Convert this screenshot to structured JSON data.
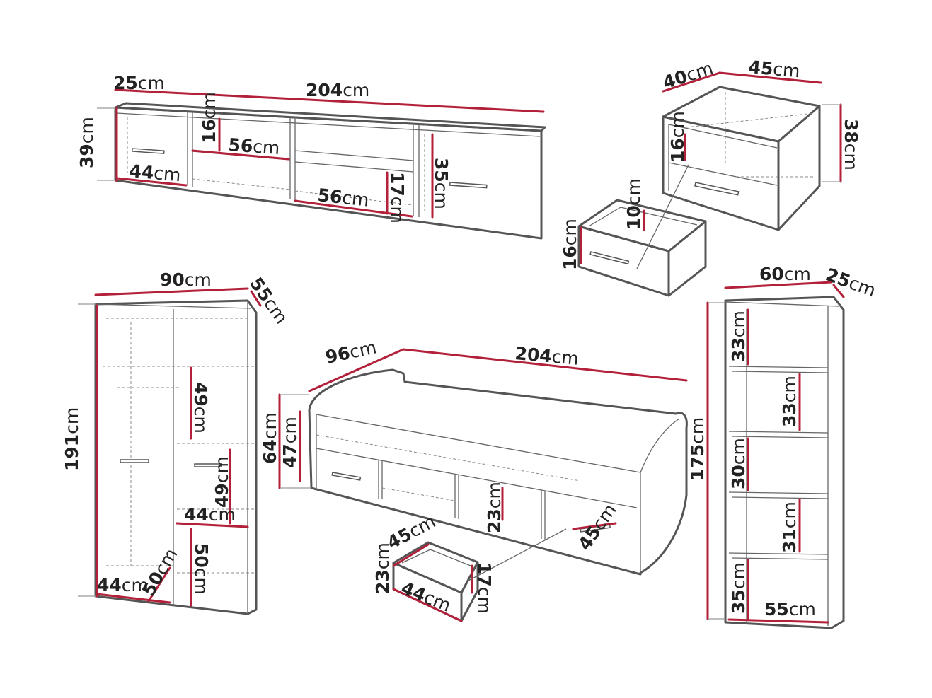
{
  "colors": {
    "outline": "#555555",
    "dimension_line": "#b3203a",
    "label": "#222222"
  },
  "unit": "cm",
  "tv_unit": {
    "depth": {
      "n": "25",
      "u": "cm"
    },
    "width": {
      "n": "204",
      "u": "cm"
    },
    "height": {
      "n": "39",
      "u": "cm"
    },
    "door_width": {
      "n": "44",
      "u": "cm"
    },
    "shelf_height": {
      "n": "16",
      "u": "cm"
    },
    "shelf_width_upper": {
      "n": "56",
      "u": "cm"
    },
    "shelf_width_lower": {
      "n": "56",
      "u": "cm"
    },
    "lower_height": {
      "n": "17",
      "u": "cm"
    },
    "door_height": {
      "n": "35",
      "u": "cm"
    }
  },
  "nightstand": {
    "depth": {
      "n": "40",
      "u": "cm"
    },
    "width": {
      "n": "45",
      "u": "cm"
    },
    "height": {
      "n": "38",
      "u": "cm"
    },
    "niche_height": {
      "n": "16",
      "u": "cm"
    },
    "drawer_inner": {
      "n": "10",
      "u": "cm"
    },
    "drawer_height": {
      "n": "16",
      "u": "cm"
    }
  },
  "wardrobe": {
    "width": {
      "n": "90",
      "u": "cm"
    },
    "depth": {
      "n": "55",
      "u": "cm"
    },
    "height": {
      "n": "191",
      "u": "cm"
    },
    "upper_shelf": {
      "n": "49",
      "u": "cm"
    },
    "middle_shelf": {
      "n": "49",
      "u": "cm"
    },
    "shelf_width": {
      "n": "44",
      "u": "cm"
    },
    "bottom_shelf": {
      "n": "50",
      "u": "cm"
    },
    "door_width": {
      "n": "44",
      "u": "cm"
    },
    "inner_depth": {
      "n": "50",
      "u": "cm"
    }
  },
  "bed": {
    "width": {
      "n": "96",
      "u": "cm"
    },
    "length": {
      "n": "204",
      "u": "cm"
    },
    "head_height": {
      "n": "64",
      "u": "cm"
    },
    "frame_height": {
      "n": "47",
      "u": "cm"
    },
    "compartment_height": {
      "n": "23",
      "u": "cm"
    },
    "compartment_depth": {
      "n": "45",
      "u": "cm"
    },
    "drawer_depth": {
      "n": "45",
      "u": "cm"
    },
    "drawer_height": {
      "n": "23",
      "u": "cm"
    },
    "drawer_width": {
      "n": "44",
      "u": "cm"
    },
    "drawer_inner": {
      "n": "17",
      "u": "cm"
    }
  },
  "bookcase": {
    "width": {
      "n": "60",
      "u": "cm"
    },
    "depth": {
      "n": "25",
      "u": "cm"
    },
    "height": {
      "n": "175",
      "u": "cm"
    },
    "shelf_1": {
      "n": "33",
      "u": "cm"
    },
    "shelf_2": {
      "n": "33",
      "u": "cm"
    },
    "shelf_3": {
      "n": "30",
      "u": "cm"
    },
    "shelf_4": {
      "n": "31",
      "u": "cm"
    },
    "shelf_5": {
      "n": "35",
      "u": "cm"
    },
    "inner_width": {
      "n": "55",
      "u": "cm"
    }
  }
}
